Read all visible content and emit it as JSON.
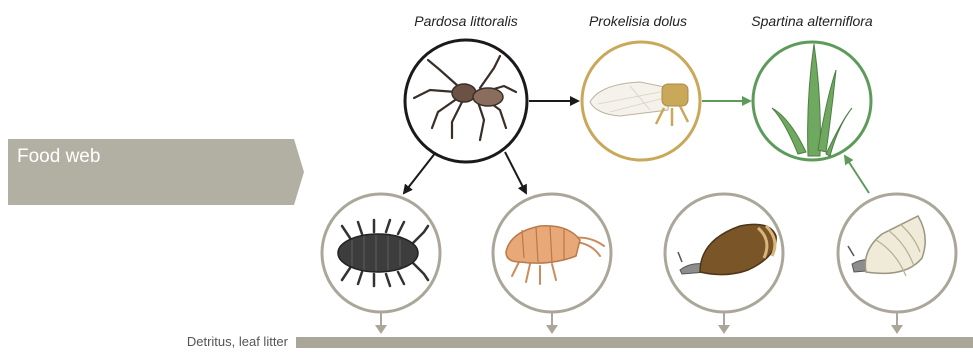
{
  "title": "Food web",
  "species": {
    "spider": "Pardosa littoralis",
    "planthopper": "Prokelisia dolus",
    "grass": "Spartina alterniflora"
  },
  "base_label": "Detritus, leaf litter",
  "colors": {
    "title_box": "#b2b0a3",
    "spider_ring": "#1a1a1a",
    "planthopper_ring": "#c9a85a",
    "grass_ring": "#5e9b5a",
    "detritivore_ring": "#aaa79a",
    "detritus_bar": "#aaa79a"
  }
}
